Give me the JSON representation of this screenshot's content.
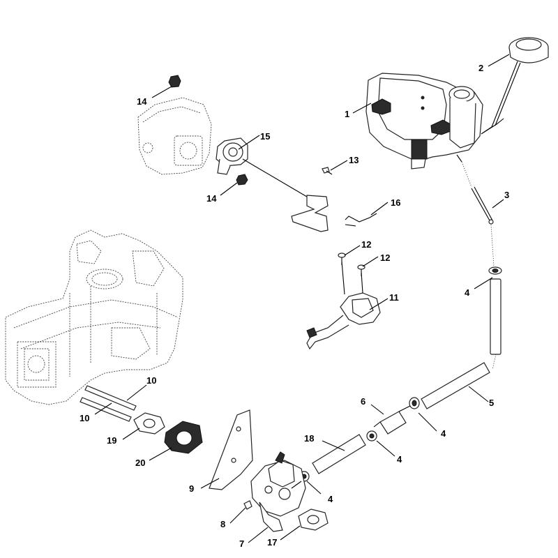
{
  "diagram": {
    "callouts": [
      {
        "id": "c1",
        "text": "1"
      },
      {
        "id": "c2",
        "text": "2"
      },
      {
        "id": "c3",
        "text": "3"
      },
      {
        "id": "c4a",
        "text": "4"
      },
      {
        "id": "c4b",
        "text": "4"
      },
      {
        "id": "c4c",
        "text": "4"
      },
      {
        "id": "c4d",
        "text": "4"
      },
      {
        "id": "c5",
        "text": "5"
      },
      {
        "id": "c6",
        "text": "6"
      },
      {
        "id": "c7",
        "text": "7"
      },
      {
        "id": "c8",
        "text": "8"
      },
      {
        "id": "c9",
        "text": "9"
      },
      {
        "id": "c10a",
        "text": "10"
      },
      {
        "id": "c10b",
        "text": "10"
      },
      {
        "id": "c11",
        "text": "11"
      },
      {
        "id": "c12a",
        "text": "12"
      },
      {
        "id": "c12b",
        "text": "12"
      },
      {
        "id": "c13",
        "text": "13"
      },
      {
        "id": "c14a",
        "text": "14"
      },
      {
        "id": "c14b",
        "text": "14"
      },
      {
        "id": "c15",
        "text": "15"
      },
      {
        "id": "c16",
        "text": "16"
      },
      {
        "id": "c17",
        "text": "17"
      },
      {
        "id": "c18",
        "text": "18"
      },
      {
        "id": "c19",
        "text": "19"
      },
      {
        "id": "c20",
        "text": "20"
      }
    ]
  }
}
